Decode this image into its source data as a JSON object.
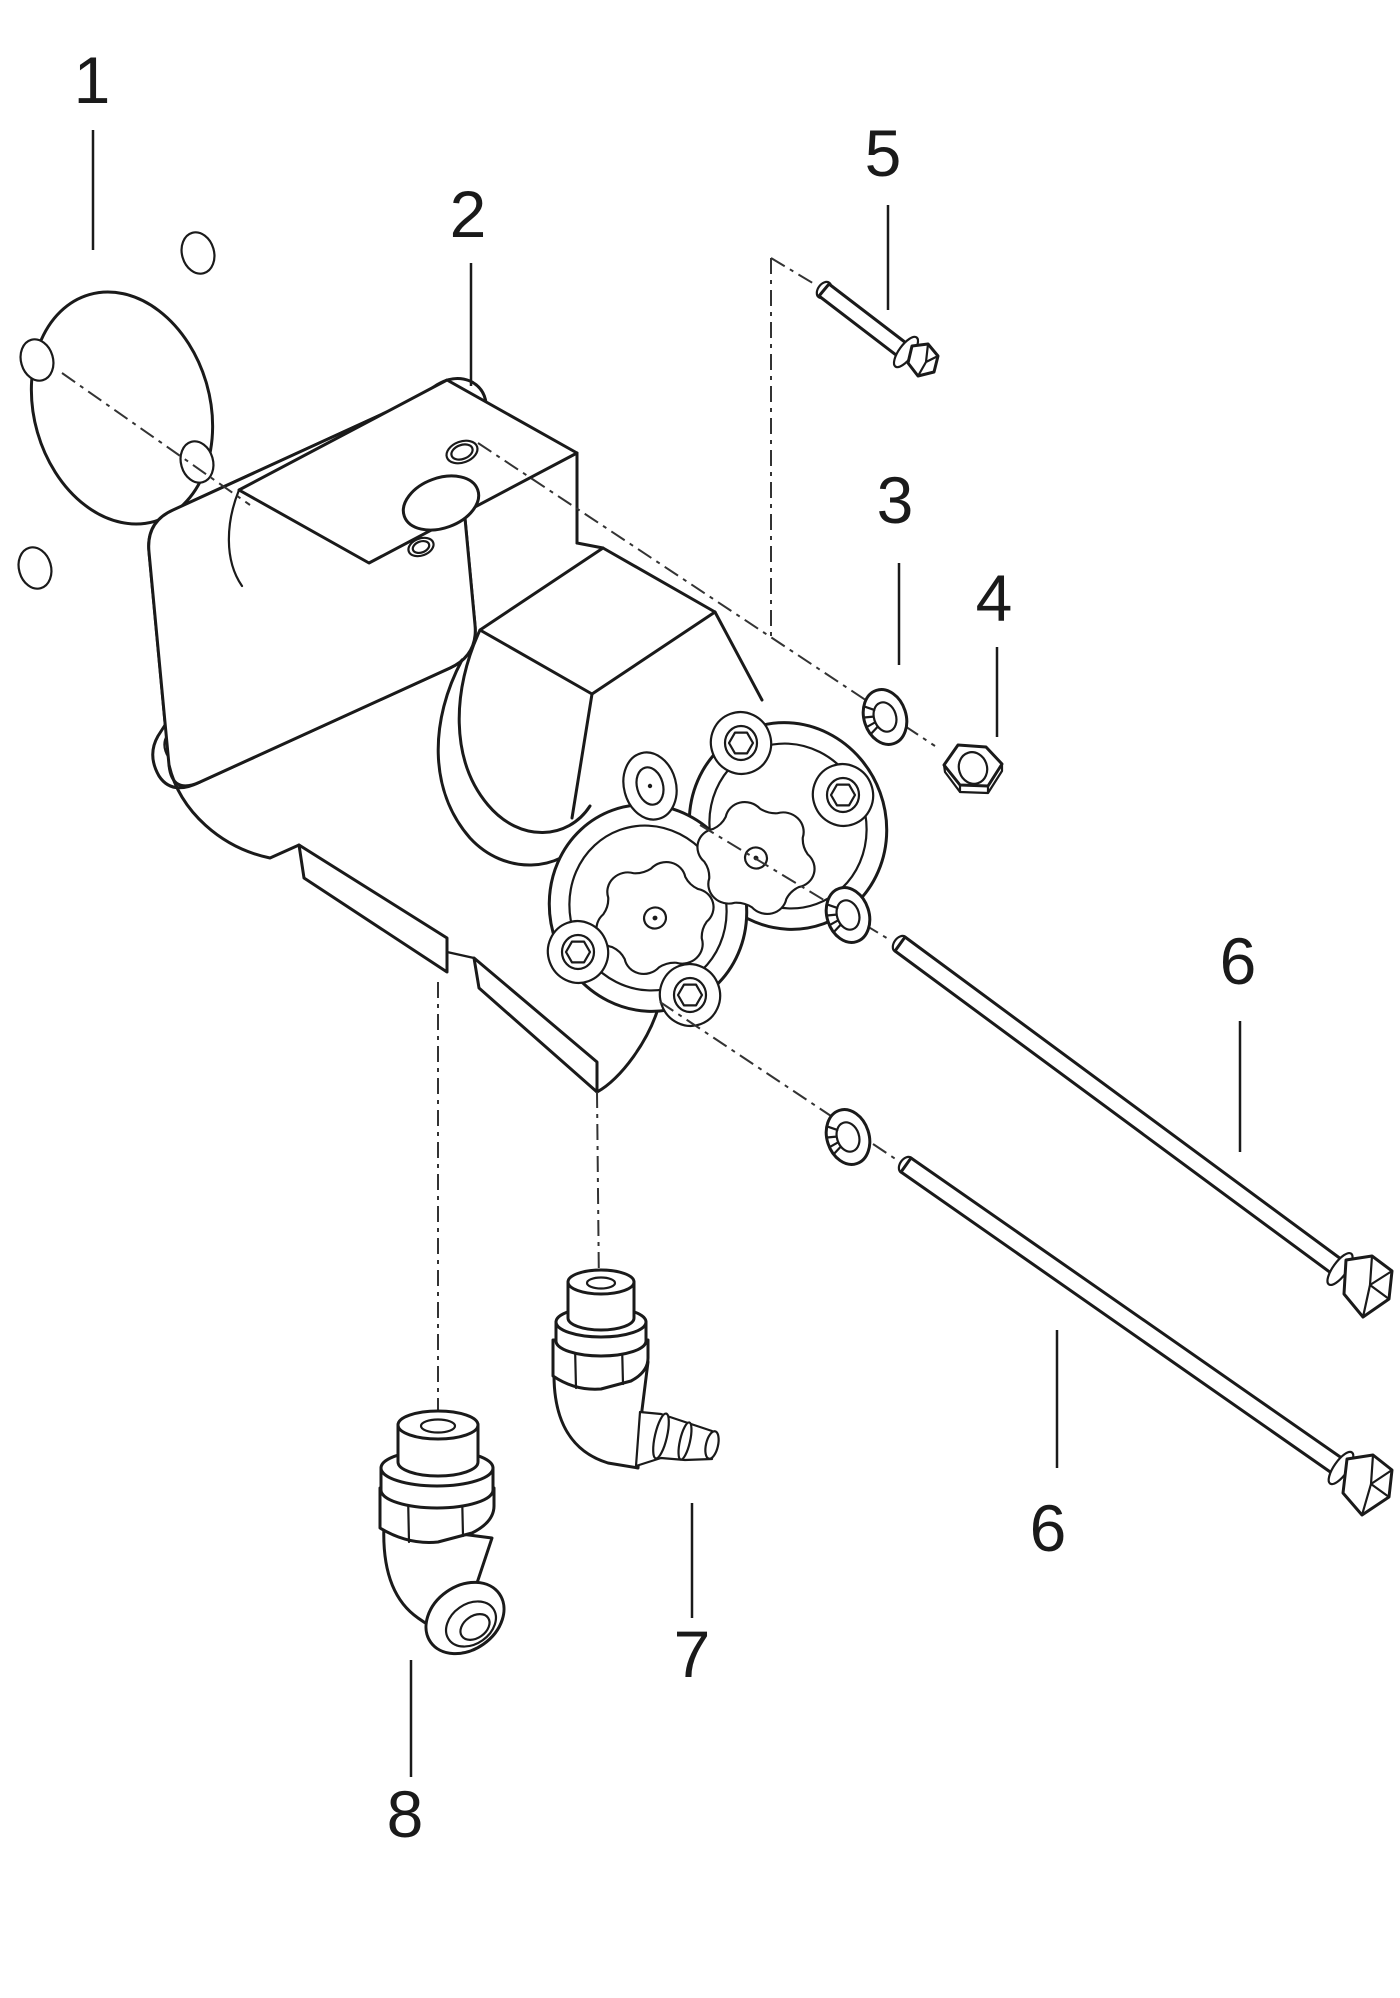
{
  "diagram": {
    "kind": "exploded-parts-diagram",
    "background_color": "#ffffff",
    "line_color": "#1a1a1a",
    "centerline_color": "#333333",
    "callouts": [
      {
        "id": "callout-1",
        "label": "1"
      },
      {
        "id": "callout-2",
        "label": "2"
      },
      {
        "id": "callout-3",
        "label": "3"
      },
      {
        "id": "callout-4",
        "label": "4"
      },
      {
        "id": "callout-5",
        "label": "5"
      },
      {
        "id": "callout-6-upper",
        "label": "6"
      },
      {
        "id": "callout-6-lower",
        "label": "6"
      },
      {
        "id": "callout-7",
        "label": "7"
      },
      {
        "id": "callout-8",
        "label": "8"
      }
    ]
  }
}
